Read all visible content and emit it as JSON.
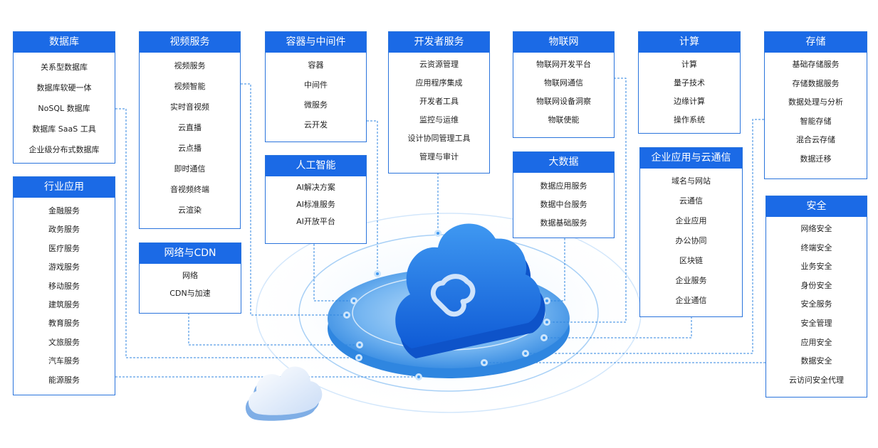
{
  "colors": {
    "accent": "#1b6ae6",
    "line": "#2f86e0",
    "text": "#1f1f1f"
  },
  "center": {
    "icon": "cloud-logo-icon"
  },
  "panels": [
    {
      "id": "database",
      "title": "数据库",
      "items": [
        "关系型数据库",
        "数据库软硬一体",
        "NoSQL 数据库",
        "数据库 SaaS 工具",
        "企业级分布式数据库"
      ]
    },
    {
      "id": "industry",
      "title": "行业应用",
      "items": [
        "金融服务",
        "政务服务",
        "医疗服务",
        "游戏服务",
        "移动服务",
        "建筑服务",
        "教育服务",
        "文旅服务",
        "汽车服务",
        "能源服务"
      ]
    },
    {
      "id": "video",
      "title": "视频服务",
      "items": [
        "视频服务",
        "视频智能",
        "实时音视频",
        "云直播",
        "云点播",
        "即时通信",
        "音视频终端",
        "云渲染"
      ]
    },
    {
      "id": "network",
      "title": "网络与CDN",
      "items": [
        "网络",
        "CDN与加速"
      ]
    },
    {
      "id": "container",
      "title": "容器与中间件",
      "items": [
        "容器",
        "中间件",
        "微服务",
        "云开发"
      ]
    },
    {
      "id": "ai",
      "title": "人工智能",
      "items": [
        "AI解决方案",
        "AI标准服务",
        "AI开放平台"
      ]
    },
    {
      "id": "developer",
      "title": "开发者服务",
      "items": [
        "云资源管理",
        "应用程序集成",
        "开发者工具",
        "监控与运维",
        "设计协同管理工具",
        "管理与审计"
      ]
    },
    {
      "id": "iot",
      "title": "物联网",
      "items": [
        "物联网开发平台",
        "物联网通信",
        "物联网设备洞察",
        "物联使能"
      ]
    },
    {
      "id": "bigdata",
      "title": "大数据",
      "items": [
        "数据应用服务",
        "数据中台服务",
        "数据基础服务"
      ]
    },
    {
      "id": "compute",
      "title": "计算",
      "items": [
        "计算",
        "量子技术",
        "边缘计算",
        "操作系统"
      ]
    },
    {
      "id": "enterprise",
      "title": "企业应用与云通信",
      "items": [
        "域名与网站",
        "云通信",
        "企业应用",
        "办公协同",
        "区块链",
        "企业服务",
        "企业通信"
      ]
    },
    {
      "id": "storage",
      "title": "存储",
      "items": [
        "基础存储服务",
        "存储数据服务",
        "数据处理与分析",
        "智能存储",
        "混合云存储",
        "数据迁移"
      ]
    },
    {
      "id": "security",
      "title": "安全",
      "items": [
        "网络安全",
        "终端安全",
        "业务安全",
        "身份安全",
        "安全服务",
        "安全管理",
        "应用安全",
        "数据安全",
        "云访问安全代理"
      ]
    }
  ]
}
